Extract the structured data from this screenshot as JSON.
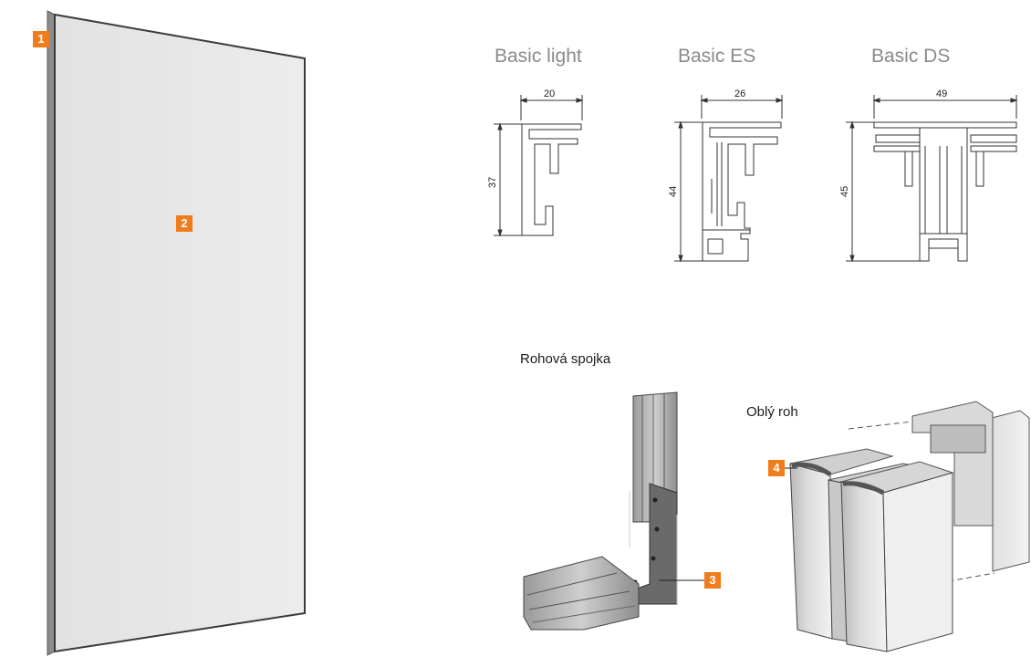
{
  "badges": {
    "b1": "1",
    "b2": "2",
    "b3": "3",
    "b4": "4"
  },
  "profiles": {
    "basic_light": {
      "title": "Basic light",
      "width": "20",
      "height": "37"
    },
    "basic_es": {
      "title": "Basic ES",
      "width": "26",
      "height": "44"
    },
    "basic_ds": {
      "title": "Basic DS",
      "width": "49",
      "height": "45"
    }
  },
  "details": {
    "corner_connector": "Rohová spojka",
    "round_corner": "Oblý roh"
  },
  "colors": {
    "accent": "#f07c1b",
    "panel_fill": "#e6e6e6",
    "frame_edge": "#8c8c8c",
    "profile_title": "#8a8a8a"
  }
}
